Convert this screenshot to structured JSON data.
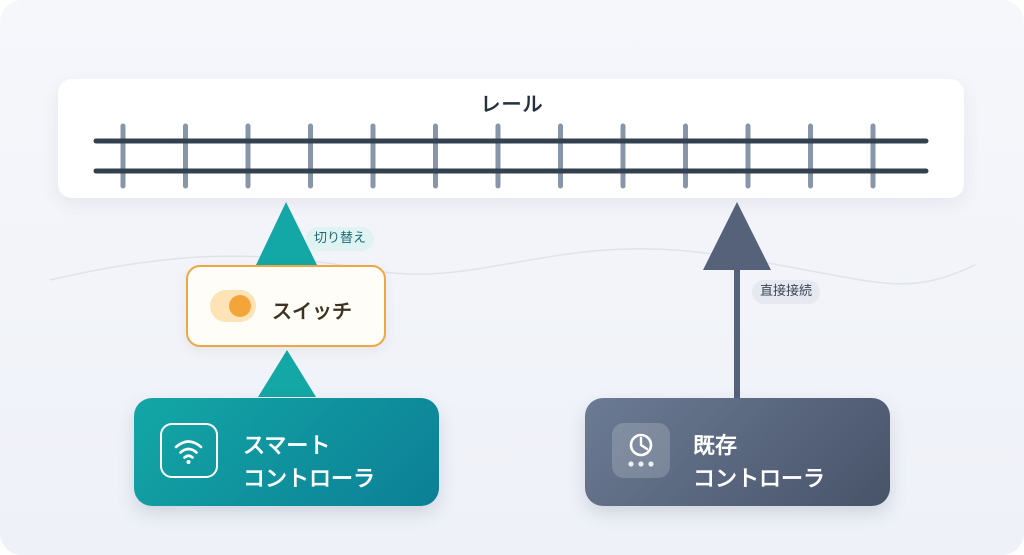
{
  "rail": {
    "title": "レール"
  },
  "edges": {
    "switch_label": "切り替え",
    "direct_label": "直接接続"
  },
  "switch_node": {
    "label": "スイッチ"
  },
  "smart_controller": {
    "line1": "スマート",
    "line2": "コントローラ"
  },
  "legacy_controller": {
    "line1": "既存",
    "line2": "コントローラ"
  },
  "colors": {
    "teal": "#13a7a6",
    "slate": "#5b677c",
    "orange": "#f4a53a",
    "rail": "#33404f",
    "tie": "#8896aa"
  },
  "icons": {
    "smart": "wifi-icon",
    "legacy": "clock-icon",
    "switch": "toggle-icon"
  }
}
